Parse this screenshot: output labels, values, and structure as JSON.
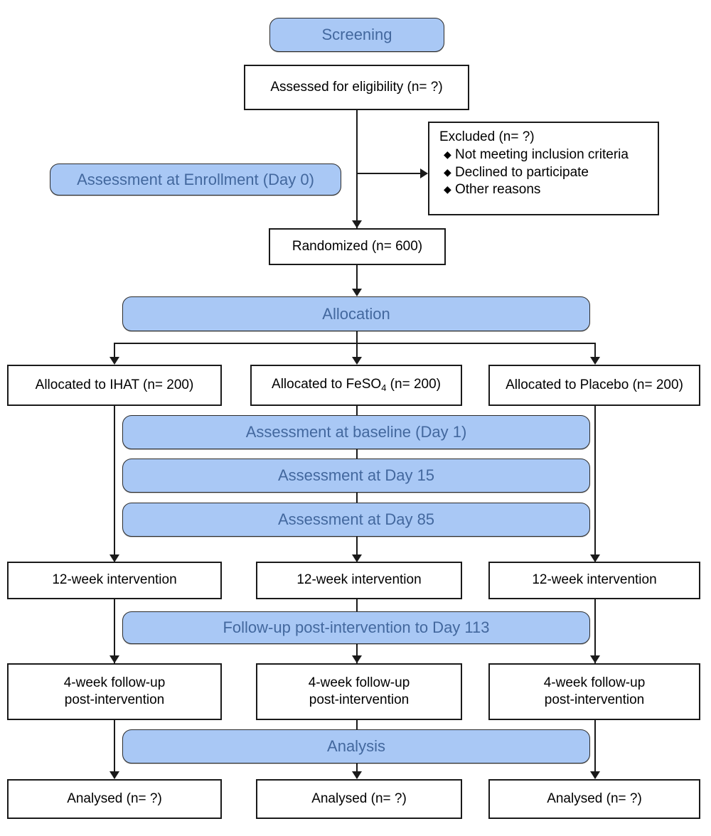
{
  "diagram": {
    "title": "CONSORT participant flow diagram",
    "colors": {
      "banner_fill": "#a9c8f5",
      "banner_text": "#43689e",
      "box_border": "#1a1a1a",
      "box_fill": "#ffffff",
      "box_text": "#000000"
    }
  },
  "banners": {
    "screening": "Screening",
    "enrollment": "Assessment at Enrollment (Day 0)",
    "allocation": "Allocation",
    "baseline": "Assessment at baseline (Day 1)",
    "day15": "Assessment at Day 15",
    "day85": "Assessment at Day 85",
    "followup": "Follow-up post-intervention to Day 113",
    "analysis": "Analysis"
  },
  "boxes": {
    "assessed": "Assessed for eligibility (n= ?)",
    "randomized": "Randomized (n= 600)",
    "excluded": {
      "title": "Excluded (n= ?)",
      "bullet_glyph": "♦",
      "reasons": [
        "Not meeting inclusion criteria",
        "Declined to participate",
        "Other reasons"
      ]
    },
    "allocation_arms": [
      {
        "prefix": "Allocated to IHAT (n= 200)",
        "sub": "",
        "suffix": ""
      },
      {
        "prefix": "Allocated to FeSO",
        "sub": "4",
        "suffix": " (n= 200)"
      },
      {
        "prefix": "Allocated to Placebo (n= 200)",
        "sub": "",
        "suffix": ""
      }
    ],
    "intervention_arms": [
      "12-week intervention",
      "12-week intervention",
      "12-week intervention"
    ],
    "followup_arms": [
      {
        "line1": "4-week follow-up",
        "line2": "post-intervention"
      },
      {
        "line1": "4-week follow-up",
        "line2": "post-intervention"
      },
      {
        "line1": "4-week follow-up",
        "line2": "post-intervention"
      }
    ],
    "analysed_arms": [
      "Analysed (n= ?)",
      "Analysed (n= ?)",
      "Analysed (n= ?)"
    ]
  }
}
